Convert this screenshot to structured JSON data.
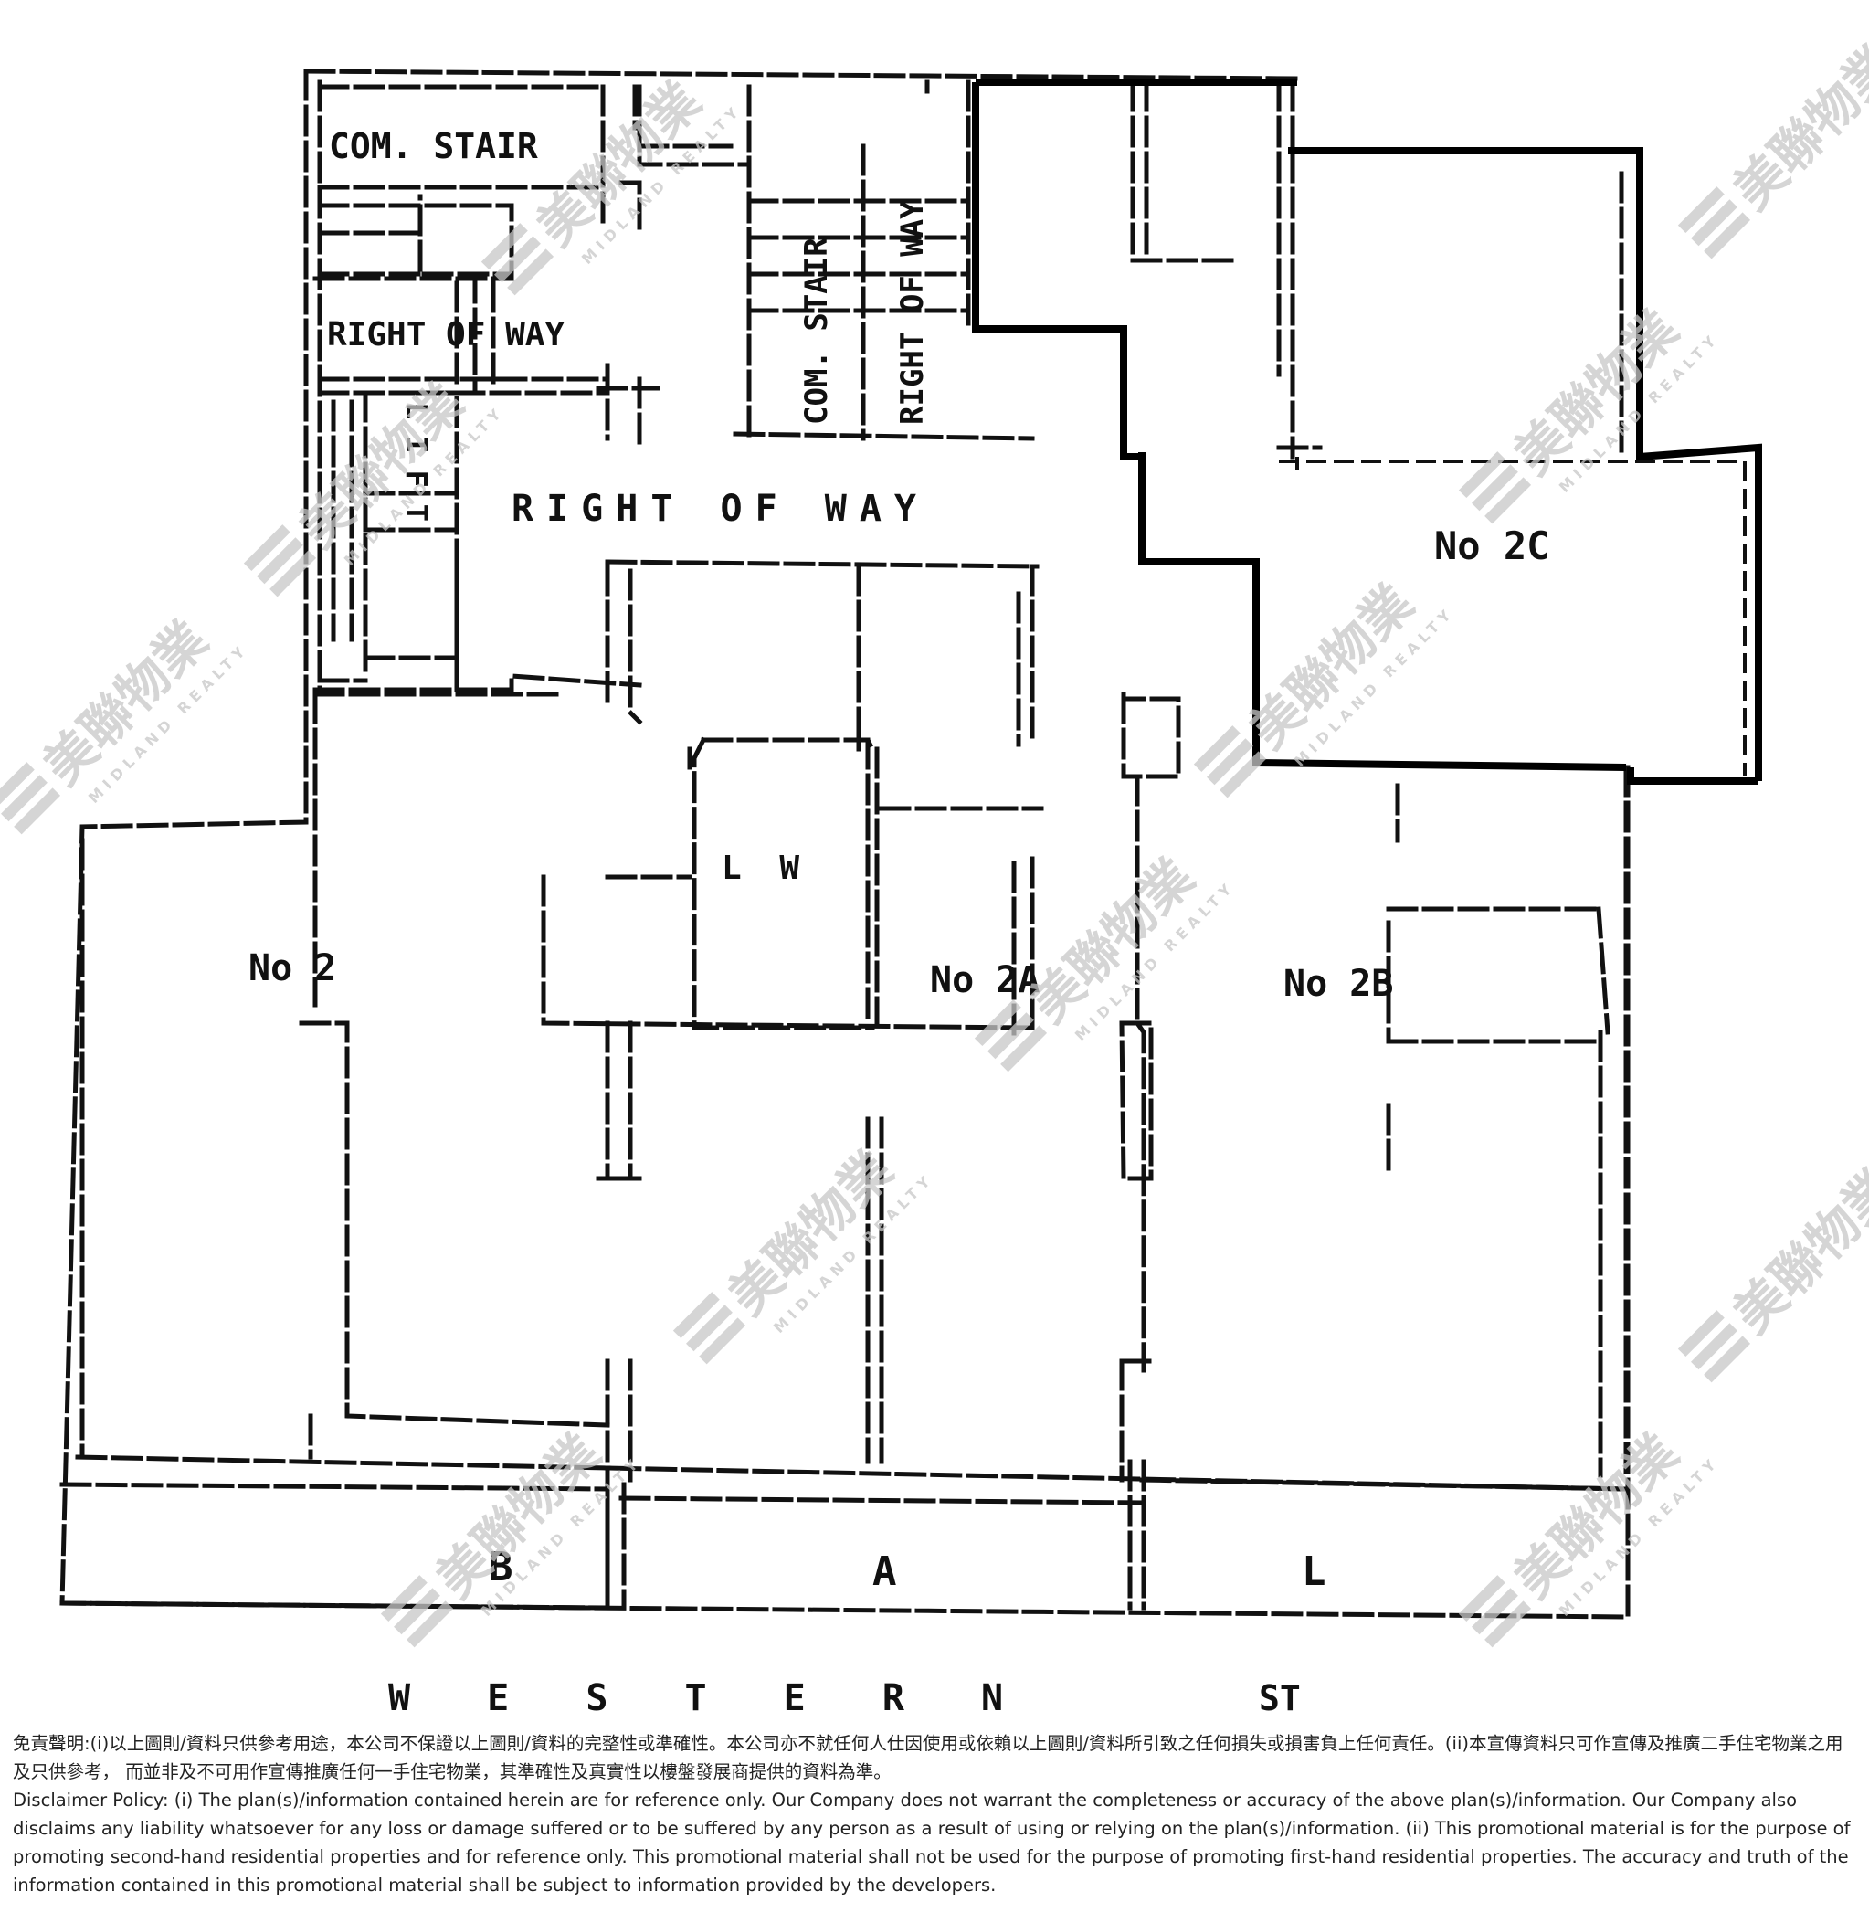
{
  "labels": {
    "com_stair_top": "COM. STAIR",
    "com_stair_vertical": "COM. STAIR",
    "right_of_way_vertical": "RIGHT OF WAY",
    "right_of_way_left": "RIGHT OF WAY",
    "right_of_way_main": "RIGHT OF WAY",
    "lift": "LIFT",
    "lw": "L W",
    "unit_2": "No 2",
    "unit_2a": "No 2A",
    "unit_2b": "No 2B",
    "unit_2c": "No 2C",
    "balcony_b": "B",
    "balcony_a": "A",
    "balcony_l": "L",
    "street_name": "W E S T E R N",
    "street_suffix": "ST"
  },
  "watermark": {
    "chinese": "美聯物業",
    "english": "MIDLAND REALTY",
    "color": "#c7c7c7"
  },
  "disclaimer": {
    "chinese": "免責聲明:(i)以上圖則/資料只供參考用途，本公司不保證以上圖則/資料的完整性或準確性。本公司亦不就任何人仕因使用或依賴以上圖則/資料所引致之任何損失或損害負上任何責任。(ii)本宣傳資料只可作宣傳及推廣二手住宅物業之用及只供參考， 而並非及不可用作宣傳推廣任何一手住宅物業，其準確性及真實性以樓盤發展商提供的資料為準。",
    "english": "Disclaimer Policy: (i) The plan(s)/information contained herein are for reference only. Our Company does not warrant the completeness or accuracy of the above plan(s)/information. Our Company also disclaims any liability whatsoever for any loss or damage suffered or to be suffered by any person as a result of using or relying on the plan(s)/information. (ii) This promotional material is for the purpose of promoting second-hand residential properties and for reference only. This promotional material shall not be used for the purpose of promoting first-hand residential properties. The accuracy and truth of the information contained in this promotional material shall be subject to information provided by the developers."
  }
}
